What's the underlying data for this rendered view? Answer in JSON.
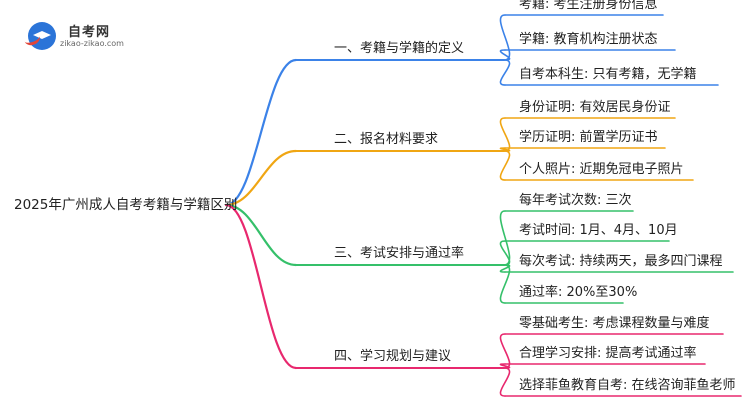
{
  "logo": {
    "title": "自考网",
    "url": "zikao-zikao.com",
    "colors": {
      "badge": "#2b74d8",
      "accent": "#e2463a"
    }
  },
  "root": {
    "label": "2025年广州成人自考考籍与学籍区别"
  },
  "branches": [
    {
      "label": "一、考籍与学籍的定义",
      "color": "#3b82e8",
      "children": [
        "考籍: 考生注册身份信息",
        "学籍: 教育机构注册状态",
        "自考本科生: 只有考籍，无学籍"
      ]
    },
    {
      "label": "二、报名材料要求",
      "color": "#f0a613",
      "children": [
        "身份证明: 有效居民身份证",
        "学历证明: 前置学历证书",
        "个人照片: 近期免冠电子照片"
      ]
    },
    {
      "label": "三、考试安排与通过率",
      "color": "#35c06a",
      "children": [
        "每年考试次数: 三次",
        "考试时间: 1月、4月、10月",
        "每次考试: 持续两天，最多四门课程",
        "通过率: 20%至30%"
      ]
    },
    {
      "label": "四、学习规划与建议",
      "color": "#e8286e",
      "children": [
        "零基础考生: 考虑课程数量与难度",
        "合理学习安排: 提高考试通过率",
        "选择菲鱼教育自考: 在线咨询菲鱼老师"
      ]
    }
  ]
}
